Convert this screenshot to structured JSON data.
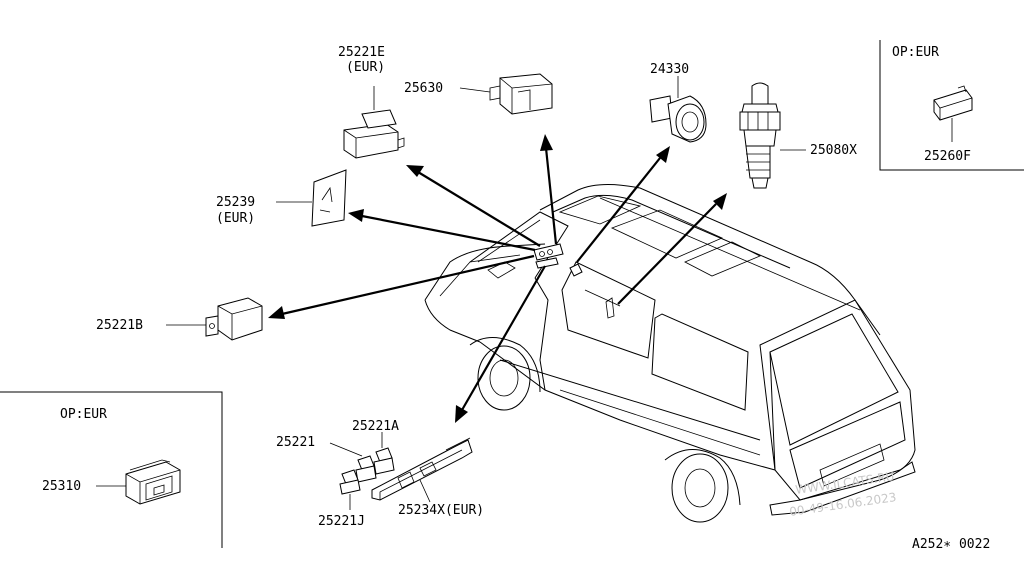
{
  "parts": {
    "p25221E": "25221E",
    "p25221E_note": "(EUR)",
    "p25630": "25630",
    "p24330": "24330",
    "p25080X": "25080X",
    "p25260F": "25260F",
    "p25239": "25239",
    "p25239_note": "(EUR)",
    "p25221B": "25221B",
    "p25221": "25221",
    "p25221A": "25221A",
    "p25221J": "25221J",
    "p25234X": "25234X(EUR)",
    "p25310": "25310"
  },
  "option_boxes": {
    "top_right_label": "OP:EUR",
    "bottom_left_label": "OP:EUR"
  },
  "watermark": {
    "site": "WWW.ILCATS.RU",
    "date": "00-49-16.06.2023"
  },
  "diagram_code": "A252∗ 0022"
}
